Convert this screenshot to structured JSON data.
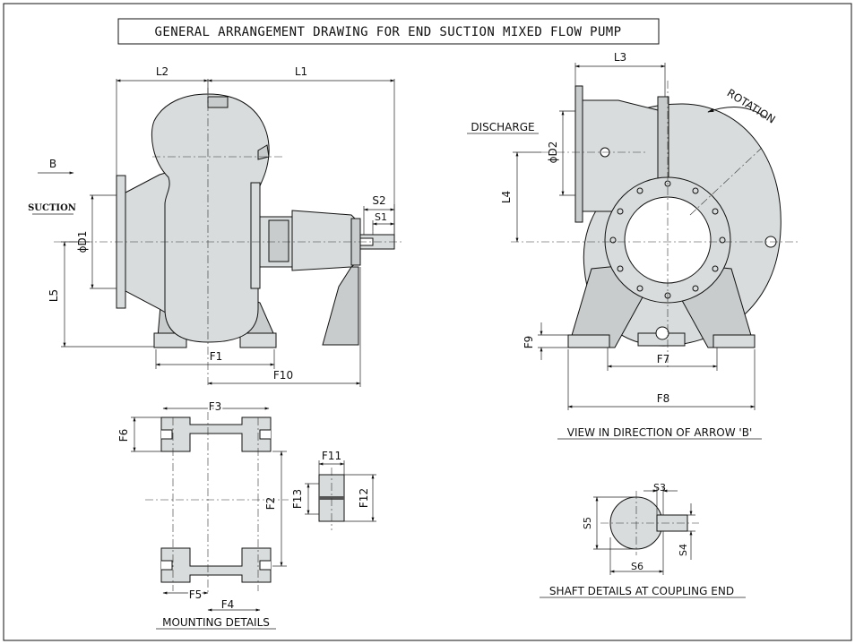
{
  "title": "GENERAL ARRANGEMENT DRAWING FOR END SUCTION MIXED FLOW PUMP",
  "side_view": {
    "suction_label": "SUCTION",
    "arrow_label": "B",
    "dims": {
      "L1": "L1",
      "L2": "L2",
      "L5": "L5",
      "D1": "ϕD1",
      "S1": "S1",
      "S2": "S2",
      "F1": "F1",
      "F10": "F10"
    }
  },
  "end_view": {
    "discharge_label": "DISCHARGE",
    "rotation_label": "ROTATION",
    "caption": "VIEW  IN DIRECTION OF ARROW 'B'",
    "dims": {
      "L3": "L3",
      "L4": "L4",
      "D2": "ϕD2",
      "F7": "F7",
      "F8": "F8",
      "F9": "F9"
    }
  },
  "mounting": {
    "caption": "MOUNTING DETAILS",
    "dims": {
      "F2": "F2",
      "F3": "F3",
      "F4": "F4",
      "F5": "F5",
      "F6": "F6",
      "F11": "F11",
      "F12": "F12",
      "F13": "F13"
    }
  },
  "shaft": {
    "caption": "SHAFT DETAILS AT COUPLING END",
    "dims": {
      "S3": "S3",
      "S4": "S4",
      "S5": "S5",
      "S6": "S6"
    }
  }
}
